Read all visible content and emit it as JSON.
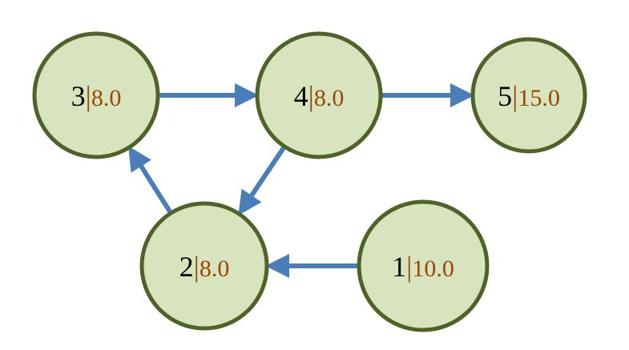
{
  "colors": {
    "node_fill": "#d7e4bd",
    "node_stroke": "#4f6228",
    "edge": "#4a7ebb",
    "id_text": "#000000",
    "value_text": "#984807"
  },
  "nodes": [
    {
      "key": "n3",
      "id_label": "3",
      "separator": "|",
      "value_label": "8.0"
    },
    {
      "key": "n4",
      "id_label": "4",
      "separator": "|",
      "value_label": "8.0"
    },
    {
      "key": "n5",
      "id_label": "5",
      "separator": "|",
      "value_label": "15.0"
    },
    {
      "key": "n2",
      "id_label": "2",
      "separator": "|",
      "value_label": "8.0"
    },
    {
      "key": "n1",
      "id_label": "1",
      "separator": "|",
      "value_label": "10.0"
    }
  ],
  "edges": [
    {
      "from": "n3",
      "to": "n4"
    },
    {
      "from": "n4",
      "to": "n5"
    },
    {
      "from": "n4",
      "to": "n2"
    },
    {
      "from": "n2",
      "to": "n3"
    },
    {
      "from": "n1",
      "to": "n2"
    }
  ]
}
